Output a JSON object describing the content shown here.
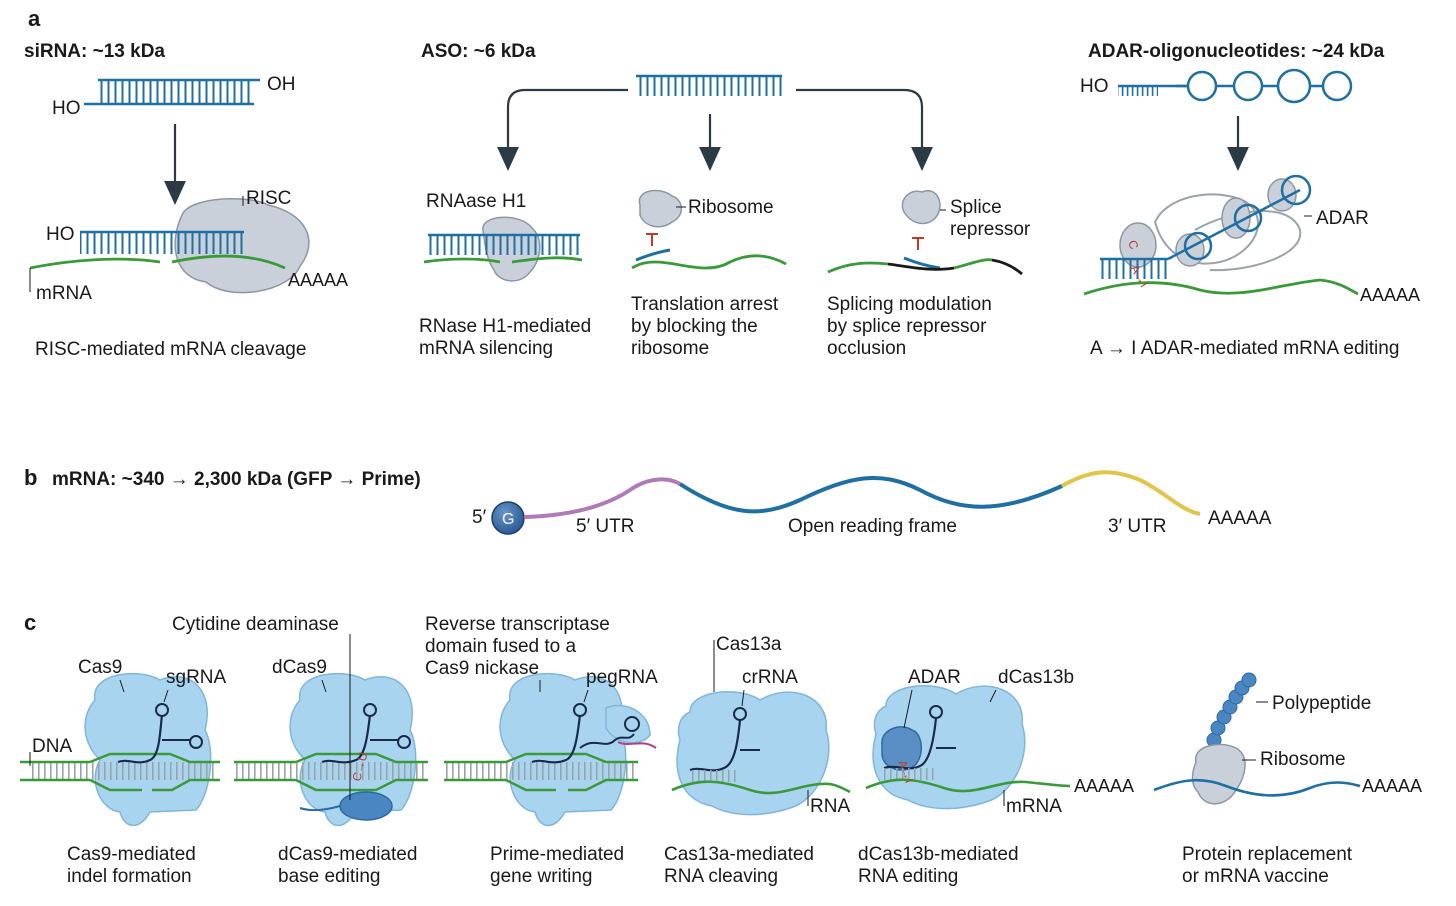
{
  "panel_a": {
    "letter": "a",
    "sirna": {
      "title": "siRNA: ~13 kDa",
      "oh": "OH",
      "ho": "HO",
      "ho2": "HO",
      "risc": "RISC",
      "mrna": "mRNA",
      "polya": "AAAAA",
      "caption": "RISC-mediated mRNA cleavage"
    },
    "aso": {
      "title": "ASO: ~6 kDa",
      "rnase_label": "RNAase H1",
      "rnase_cap1": "RNase H1-mediated",
      "rnase_cap2": "mRNA silencing",
      "ribosome_label": "Ribosome",
      "trans_cap1": "Translation arrest",
      "trans_cap2": "by blocking the",
      "trans_cap3": "ribosome",
      "splice_label1": "Splice",
      "splice_label2": "repressor",
      "splice_cap1": "Splicing modulation",
      "splice_cap2": "by splice repressor",
      "splice_cap3": "occlusion"
    },
    "adar": {
      "title": "ADAR-oligonucleotides: ~24 kDa",
      "ho": "HO",
      "adar_label": "ADAR",
      "polya": "AAAAA",
      "caption": "A → I ADAR-mediated mRNA editing",
      "edit_c": "C",
      "edit_ai": "A→I"
    }
  },
  "panel_b": {
    "letter": "b",
    "title": "mRNA: ~340 → 2,300 kDa (GFP → Prime)",
    "five_prime": "5′",
    "cap": "G",
    "utr5": "5′ UTR",
    "orf": "Open reading frame",
    "utr3": "3′ UTR",
    "polya": "AAAAA"
  },
  "panel_c": {
    "letter": "c",
    "cas9": {
      "label": "Cas9",
      "sgrna": "sgRNA",
      "dna": "DNA",
      "cap1": "Cas9-mediated",
      "cap2": "indel formation"
    },
    "dcas9": {
      "label": "dCas9",
      "deaminase": "Cytidine deaminase",
      "edit": "C→U",
      "cap1": "dCas9-mediated",
      "cap2": "base editing"
    },
    "prime": {
      "rt1": "Reverse transcriptase",
      "rt2": "domain fused to a",
      "rt3": "Cas9 nickase",
      "pegrna": "pegRNA",
      "cap1": "Prime-mediated",
      "cap2": "gene writing"
    },
    "cas13a": {
      "label": "Cas13a",
      "crrna": "crRNA",
      "rna": "RNA",
      "cap1": "Cas13a-mediated",
      "cap2": "RNA cleaving"
    },
    "dcas13b": {
      "adar": "ADAR",
      "label": "dCas13b",
      "mrna": "mRNA",
      "polya": "AAAAA",
      "edit": "A→I",
      "cap1": "dCas13b-mediated",
      "cap2": "RNA editing"
    },
    "protein": {
      "polypeptide": "Polypeptide",
      "ribosome": "Ribosome",
      "polya": "AAAAA",
      "cap1": "Protein replacement",
      "cap2": "or mRNA vaccine"
    }
  },
  "colors": {
    "oligo_blue": "#1f6fa3",
    "mrna_green": "#3a9a3a",
    "protein_grey": "#c9d0da",
    "cas_blue": "#a9d4ef",
    "utr5_purple": "#b07ab8",
    "utr3_yellow": "#e3c44a",
    "arrow": "#2b3a44"
  }
}
